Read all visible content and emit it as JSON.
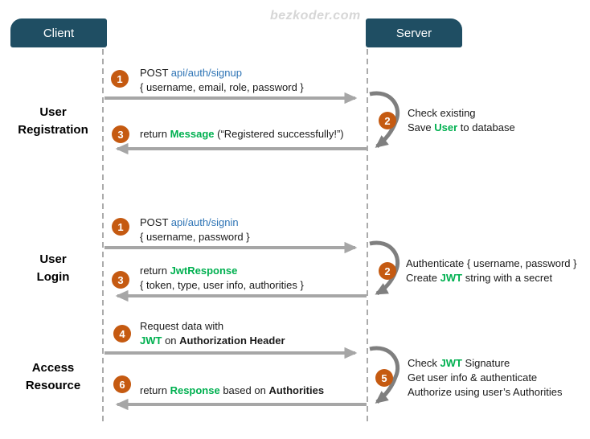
{
  "watermark": "bezkoder.com",
  "actors": {
    "client": "Client",
    "server": "Server"
  },
  "sections": [
    {
      "line1": "User",
      "line2": "Registration"
    },
    {
      "line1": "User",
      "line2": "Login"
    },
    {
      "line1": "Access",
      "line2": "Resource"
    }
  ],
  "steps": [
    {
      "number": "1",
      "lines": [
        [
          {
            "t": "POST ",
            "s": "p"
          },
          {
            "t": "api/auth/signup",
            "s": "blue"
          }
        ],
        [
          {
            "t": "{ username, email, role, password }",
            "s": "p"
          }
        ]
      ]
    },
    {
      "number": "2",
      "lines": [
        [
          {
            "t": "Check existing",
            "s": "p"
          }
        ],
        [
          {
            "t": "Save ",
            "s": "p"
          },
          {
            "t": "User",
            "s": "green"
          },
          {
            "t": " to database",
            "s": "p"
          }
        ]
      ]
    },
    {
      "number": "3",
      "lines": [
        [
          {
            "t": "return ",
            "s": "p"
          },
          {
            "t": "Message",
            "s": "green"
          },
          {
            "t": " (“Registered successfully!”)",
            "s": "p"
          }
        ]
      ]
    },
    {
      "number": "1",
      "lines": [
        [
          {
            "t": "POST ",
            "s": "p"
          },
          {
            "t": "api/auth/signin",
            "s": "blue"
          }
        ],
        [
          {
            "t": "{ username, password }",
            "s": "p"
          }
        ]
      ]
    },
    {
      "number": "2",
      "lines": [
        [
          {
            "t": "Authenticate { username, password }",
            "s": "p"
          }
        ],
        [
          {
            "t": "Create ",
            "s": "p"
          },
          {
            "t": "JWT",
            "s": "green"
          },
          {
            "t": " string with a secret",
            "s": "p"
          }
        ]
      ]
    },
    {
      "number": "3",
      "lines": [
        [
          {
            "t": "return ",
            "s": "p"
          },
          {
            "t": "JwtResponse",
            "s": "green"
          }
        ],
        [
          {
            "t": "{ token, type, user info, authorities }",
            "s": "p"
          }
        ]
      ]
    },
    {
      "number": "4",
      "lines": [
        [
          {
            "t": "Request data with",
            "s": "p"
          }
        ],
        [
          {
            "t": "JWT",
            "s": "green"
          },
          {
            "t": " on ",
            "s": "p"
          },
          {
            "t": "Authorization Header",
            "s": "bold"
          }
        ]
      ]
    },
    {
      "number": "5",
      "lines": [
        [
          {
            "t": "Check ",
            "s": "p"
          },
          {
            "t": "JWT",
            "s": "green"
          },
          {
            "t": " Signature",
            "s": "p"
          }
        ],
        [
          {
            "t": "Get user info & authenticate",
            "s": "p"
          }
        ],
        [
          {
            "t": "Authorize using user’s Authorities",
            "s": "p"
          }
        ]
      ]
    },
    {
      "number": "6",
      "lines": [
        [
          {
            "t": "return ",
            "s": "p"
          },
          {
            "t": "Response",
            "s": "green"
          },
          {
            "t": " based on ",
            "s": "p"
          },
          {
            "t": "Authorities",
            "s": "bold"
          }
        ]
      ]
    }
  ],
  "colors": {
    "header-bg": "#1F4E63",
    "header-text": "#FFFFFF",
    "circle-orange": "#C55A11",
    "green": "#00B050",
    "blue": "#2E74B5",
    "arrow": "#A6A6A6",
    "curve": "#7F7F7F",
    "lifeline": "#ABABAB",
    "watermark": "#D6D6D6",
    "text": "#1A1A1A"
  }
}
